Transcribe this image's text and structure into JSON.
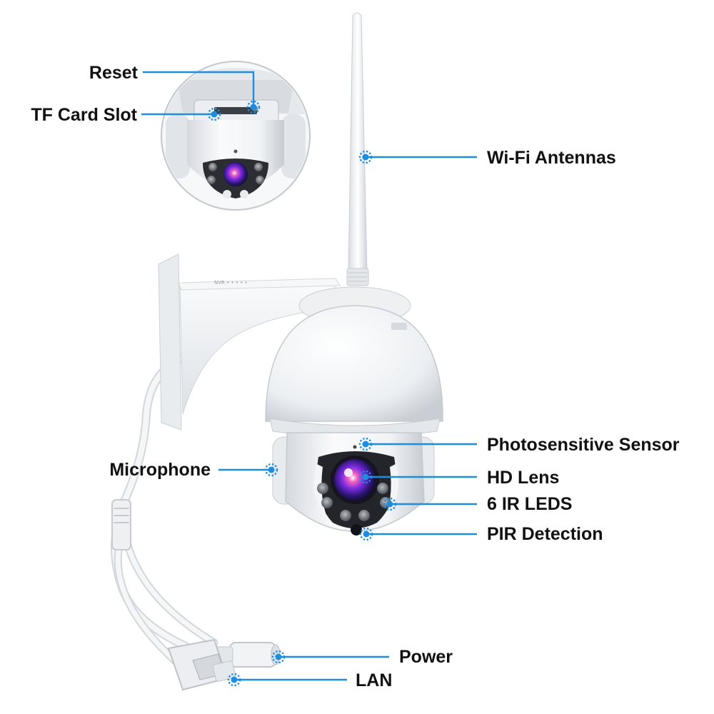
{
  "colors": {
    "callout": "#1e8de0",
    "background": "#ffffff",
    "label": "#111111"
  },
  "labels": {
    "reset": "Reset",
    "tf_card_slot": "TF Card Slot",
    "wifi_antennas": "Wi-Fi Antennas",
    "photosensitive_sensor": "Photosensitive Sensor",
    "microphone": "Microphone",
    "hd_lens": "HD Lens",
    "ir_leds": "6 IR LEDS",
    "pir_detection": "PIR Detection",
    "power": "Power",
    "lan": "LAN"
  }
}
